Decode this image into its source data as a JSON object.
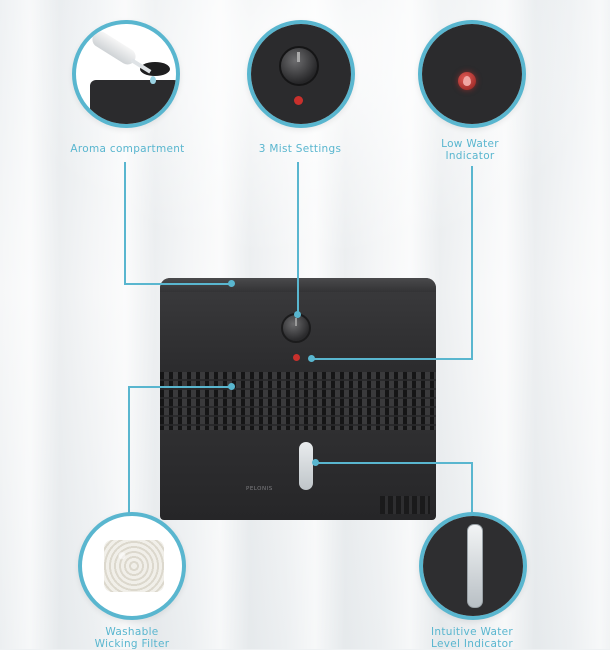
{
  "callouts": {
    "aroma": {
      "label": "Aroma compartment"
    },
    "mist": {
      "label": "3 Mist Settings"
    },
    "low_water": {
      "label_line1": "Low Water",
      "label_line2": "Indicator"
    },
    "filter": {
      "label_line1": "Washable",
      "label_line2": "Wicking Filter"
    },
    "level": {
      "label_line1": "Intuitive Water",
      "label_line2": "Level Indicator"
    }
  },
  "device": {
    "brand": "PELONIS"
  },
  "colors": {
    "accent": "#59b6cf",
    "device": "#2b2b2d",
    "led": "#c9302c"
  }
}
